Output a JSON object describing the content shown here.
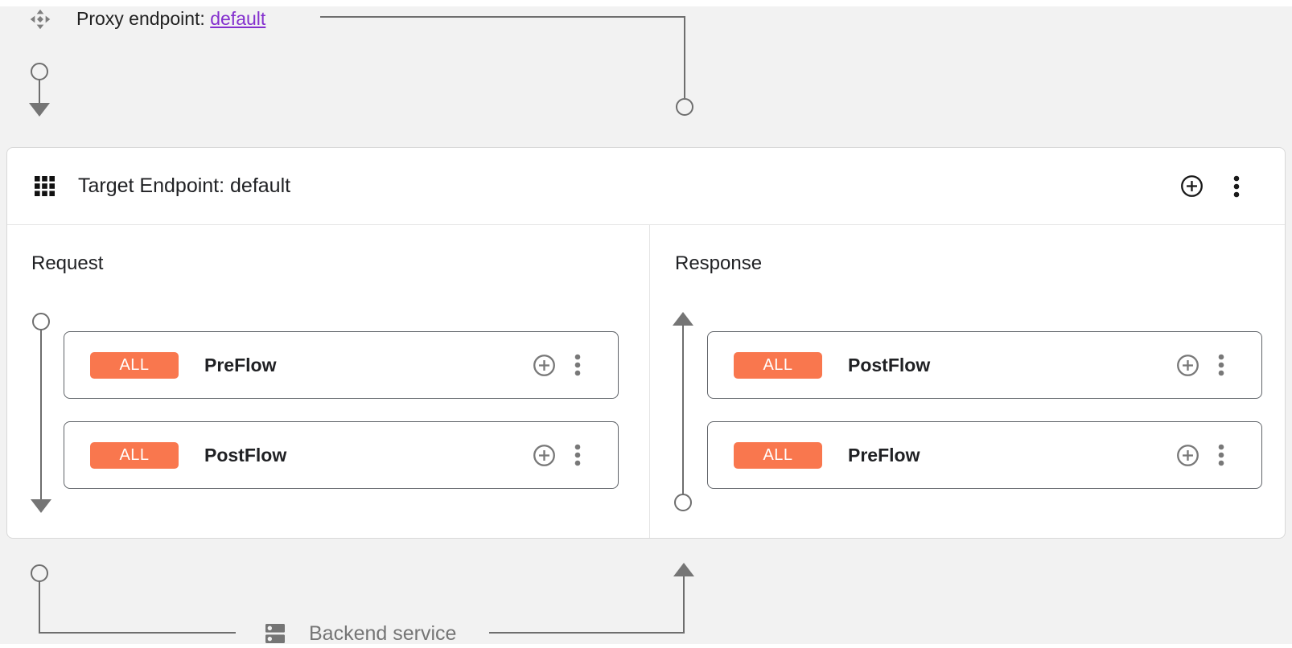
{
  "colors": {
    "canvas_bg": "#f2f2f2",
    "card_bg": "#ffffff",
    "card_border": "#d8d8d8",
    "panel_divider": "#e4e4e4",
    "connector": "#6e6e6e",
    "flow_box_border": "#5f6368",
    "badge_bg": "#f9774e",
    "badge_text": "#ffffff",
    "link": "#8430ce",
    "title_text": "#202124",
    "muted_text": "#757575"
  },
  "proxy_endpoint": {
    "icon": "move-icon",
    "label": "Proxy endpoint:",
    "link_text": "default"
  },
  "target_endpoint": {
    "icon": "grid-icon",
    "title": "Target Endpoint: default",
    "actions": [
      {
        "icon": "add-circle-icon"
      },
      {
        "icon": "kebab-menu-icon"
      }
    ]
  },
  "request_panel": {
    "title": "Request",
    "flows": [
      {
        "badge": "ALL",
        "name": "PreFlow"
      },
      {
        "badge": "ALL",
        "name": "PostFlow"
      }
    ]
  },
  "response_panel": {
    "title": "Response",
    "flows": [
      {
        "badge": "ALL",
        "name": "PostFlow"
      },
      {
        "badge": "ALL",
        "name": "PreFlow"
      }
    ]
  },
  "backend_service": {
    "icon": "server-icon",
    "label": "Backend service"
  }
}
